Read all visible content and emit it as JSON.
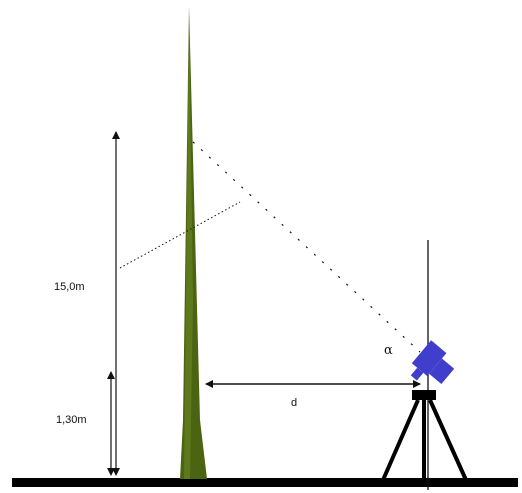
{
  "labels": {
    "total_height": "15,0m",
    "instrument_height": "1,30m",
    "distance": "d",
    "angle": "α"
  },
  "colors": {
    "background": "#ffffff",
    "ground": "#000000",
    "tree": "#4b6412",
    "instrument": "#3f3fcc",
    "lines": "#111111"
  },
  "icons": {
    "tree": "tree-trunk-icon",
    "instrument": "clinometer-icon",
    "tripod": "tripod-icon"
  }
}
